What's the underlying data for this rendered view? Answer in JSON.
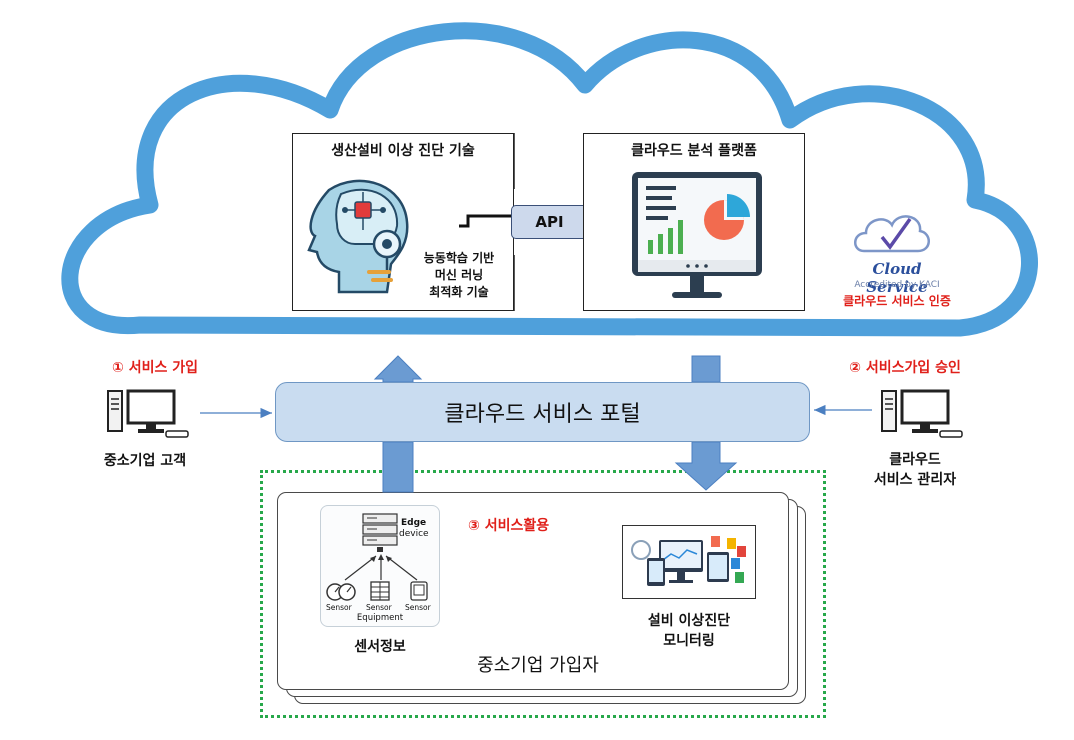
{
  "cloud": {
    "left_box_title": "생산설비 이상 진단 기술",
    "right_box_title": "클라우드 분석 플랫폼",
    "api_label": "API",
    "ml_line1": "능동학습 기반",
    "ml_line2": "머신 러닝",
    "ml_line3": "최적화 기술"
  },
  "badge": {
    "title": "Cloud Service",
    "subtitle": "Accredited by KACI",
    "cert_text": "클라우드 서비스 인증"
  },
  "steps": {
    "step1": "① 서비스 가입",
    "step2": "② 서비스가입 승인",
    "step3": "③ 서비스활용"
  },
  "portal_label": "클라우드 서비스 포털",
  "customer_label": "중소기업 고객",
  "admin_line1": "클라우드",
  "admin_line2": "서비스 관리자",
  "subscriber": {
    "label": "중소기업 가입자",
    "sensor_info": "센서정보",
    "monitor_line1": "설비 이상진단",
    "monitor_line2": "모니터링",
    "edge_line1": "Edge",
    "edge_line2": "device",
    "sensor_word": "Sensor",
    "equipment_word": "Equipment"
  },
  "colors": {
    "cloud_outline": "#4fa0db",
    "arrow": "#6b9bd2",
    "portal_fill": "#c9dcf0",
    "step_red": "#e0201a",
    "dotted_green": "#27a84a"
  }
}
